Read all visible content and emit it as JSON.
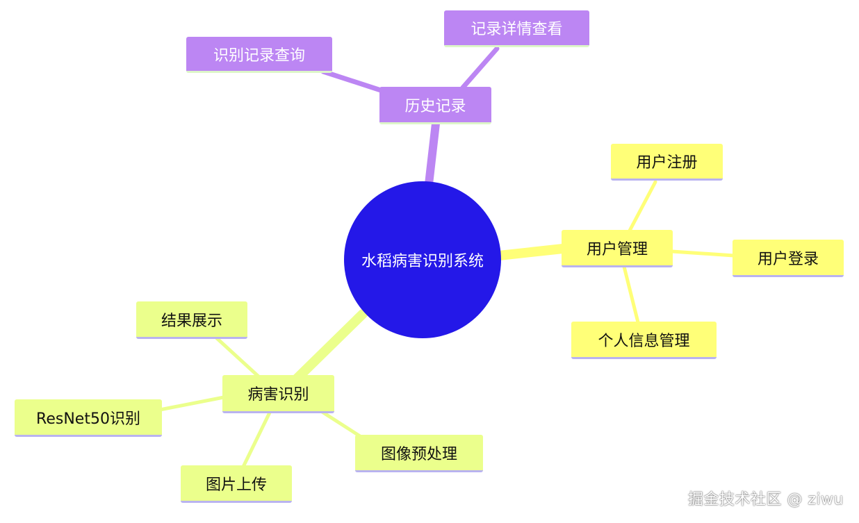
{
  "center": {
    "label": "水稻病害识别系统",
    "color": "#2418e8"
  },
  "branches": {
    "history": {
      "label": "历史记录",
      "color": "#bc86f3",
      "children": [
        "识别记录查询",
        "记录详情查看"
      ]
    },
    "user": {
      "label": "用户管理",
      "color": "#ffff78",
      "children": [
        "用户注册",
        "用户登录",
        "个人信息管理"
      ]
    },
    "disease": {
      "label": "病害识别",
      "color": "#ebff8c",
      "children": [
        "结果展示",
        "ResNet50识别",
        "图片上传",
        "图像预处理"
      ]
    }
  },
  "watermark": "掘金技术社区 @ ziwu"
}
